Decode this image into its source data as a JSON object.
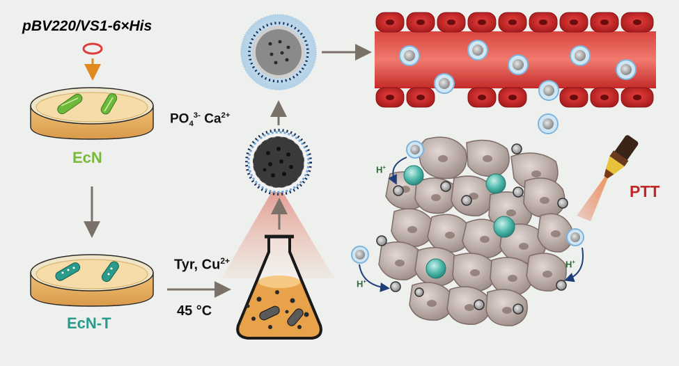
{
  "labels": {
    "plasmid": "pBV220/VS1-6×His",
    "ecn": "EcN",
    "ecn_t": "EcN-T",
    "tyr_cu": "Tyr, Cu",
    "tyr_cu_sup": "2+",
    "temperature": "45 °C",
    "po4": "PO",
    "po4_sub": "4",
    "po4_sup": "3-",
    "ca": " Ca",
    "ca_sup": "2+",
    "ptt": "PTT",
    "h_plus": "H",
    "h_plus_sup": "+"
  },
  "colors": {
    "plasmid_ring": "#e03a3a",
    "arrow_orange": "#e08a1e",
    "arrow_gray": "#7a7268",
    "ecn_green": "#78b83c",
    "ecnt_teal": "#2a9a8a",
    "ptt_red": "#c0282c",
    "vessel_red": "#c8262a",
    "tumor_cell": "#b9aaa5",
    "teal_particle": "#3fb3a4",
    "medium_orange": "#e8a24a"
  }
}
